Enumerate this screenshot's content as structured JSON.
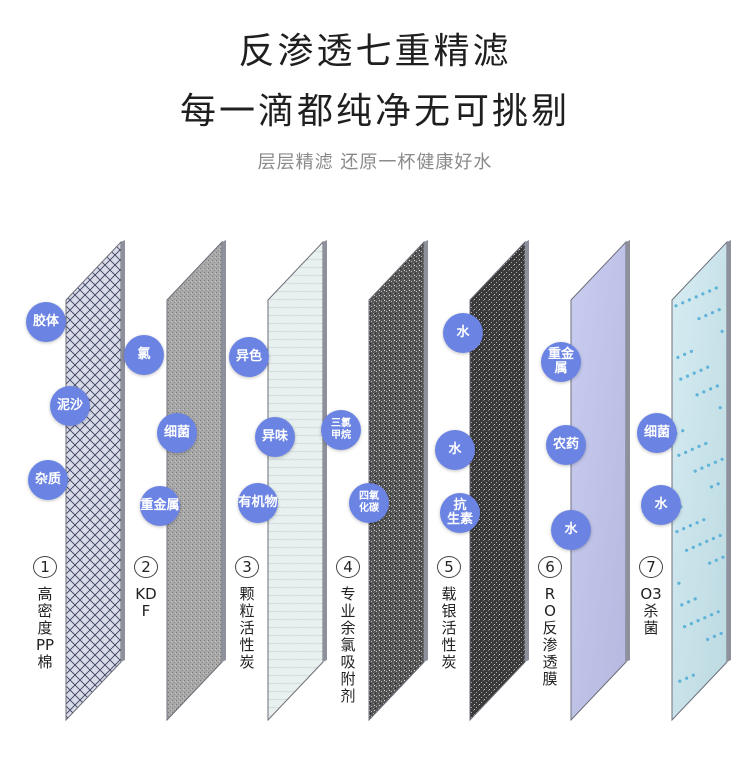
{
  "headline": {
    "line1": "反渗透七重精滤",
    "line2": "每一滴都纯净无可挑剔",
    "subtitle": "层层精滤  还原一杯健康好水"
  },
  "layers": [
    {
      "number": "1",
      "name": "高密度PP棉",
      "texture": "crosshatch",
      "bubbles": [
        "胶体",
        "泥沙",
        "杂质"
      ]
    },
    {
      "number": "2",
      "name": "KDF",
      "texture": "grey-grain",
      "bubbles": [
        "氯",
        "细菌",
        "重金属"
      ]
    },
    {
      "number": "3",
      "name": "颗粒活性炭",
      "texture": "pale-lines",
      "bubbles": [
        "异色",
        "异味",
        "有机物"
      ]
    },
    {
      "number": "4",
      "name": "专业余氯吸附剂",
      "texture": "dark-speckle",
      "bubbles": [
        "三氯甲烷",
        "四氧化碳"
      ]
    },
    {
      "number": "5",
      "name": "载银活性炭",
      "texture": "darker-speckle",
      "bubbles": [
        "水",
        "水",
        "抗生素"
      ]
    },
    {
      "number": "6",
      "name": "RO反渗透膜",
      "texture": "lavender",
      "bubbles": [
        "重金属",
        "农药",
        "水"
      ]
    },
    {
      "number": "7",
      "name": "O3杀菌",
      "texture": "aqua-bubbles",
      "bubbles": [
        "细菌",
        "水"
      ]
    }
  ],
  "colors": {
    "bubble": "#6b83e3",
    "title": "#1f1f1f",
    "subtitle": "#8a8a8a"
  }
}
